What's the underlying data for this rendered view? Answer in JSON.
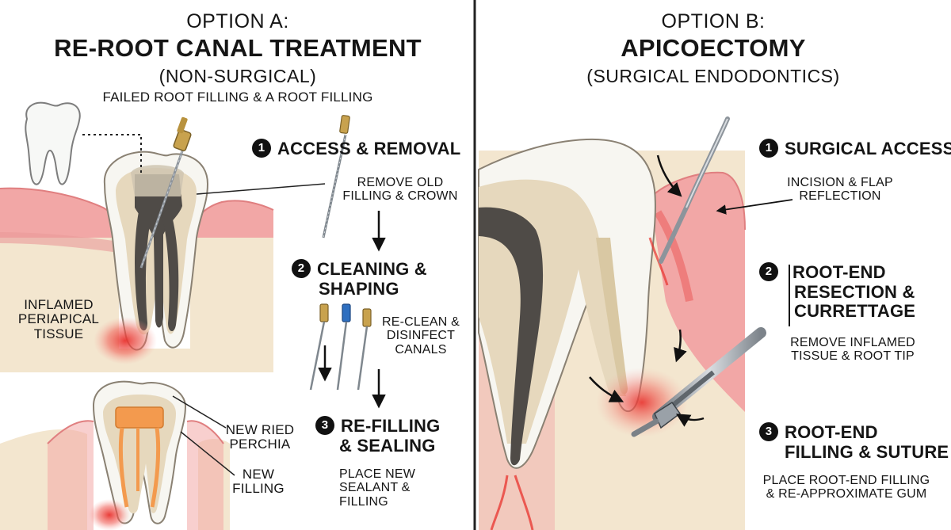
{
  "left": {
    "option_label": "OPTION A:",
    "title": "RE-ROOT CANAL TREATMENT",
    "subtitle": "(NON-SURGICAL)",
    "caption": "FAILED ROOT FILLING & A ROOT FILLING",
    "tissue_label": [
      "INFLAMED",
      "PERIAPICAL",
      "TISSUE"
    ],
    "new_label_1": [
      "NEW RIED",
      "PERCHIA"
    ],
    "new_label_2": [
      "NEW",
      "FILLING"
    ],
    "steps": [
      {
        "num": "1",
        "title": [
          "ACCESS & REMOVAL"
        ],
        "desc": [
          "REMOVE OLD",
          "FILLING & CROWN"
        ]
      },
      {
        "num": "2",
        "title": [
          "CLEANING &",
          "SHAPING"
        ],
        "desc": [
          "RE-CLEAN &",
          "DISINFECT",
          "CANALS"
        ]
      },
      {
        "num": "3",
        "title": [
          "RE-FILLING",
          "& SEALING"
        ],
        "desc": [
          "PLACE NEW",
          "SEALANT &",
          "FILLING"
        ]
      }
    ]
  },
  "right": {
    "option_label": "OPTION B:",
    "title": "APICOECTOMY",
    "subtitle": "(SURGICAL ENDODONTICS)",
    "steps": [
      {
        "num": "1",
        "title": [
          "SURGICAL ACCESS"
        ],
        "desc": [
          "INCISION & FLAP",
          "REFLECTION"
        ]
      },
      {
        "num": "2",
        "title": [
          "ROOT-END",
          "RESECTION &",
          "CURRETTAGE"
        ],
        "desc": [
          "REMOVE INFLAMED",
          "TISSUE & ROOT TIP"
        ]
      },
      {
        "num": "3",
        "title": [
          "ROOT-END",
          "FILLING & SUTURE"
        ],
        "desc": [
          "PLACE ROOT-END FILLING",
          "& RE-APPROXIMATE GUM"
        ]
      }
    ]
  },
  "colors": {
    "gum": "#f2a7a6",
    "gum_edge": "#e07f80",
    "bone": "#f3e6cf",
    "enamel": "#f7f6f1",
    "dentin": "#e6d8bd",
    "canal_old": "#4f4b47",
    "inflammation": "#e8322e",
    "gutta_percha": "#f39a4e",
    "instrument": "#9aa1a8"
  }
}
